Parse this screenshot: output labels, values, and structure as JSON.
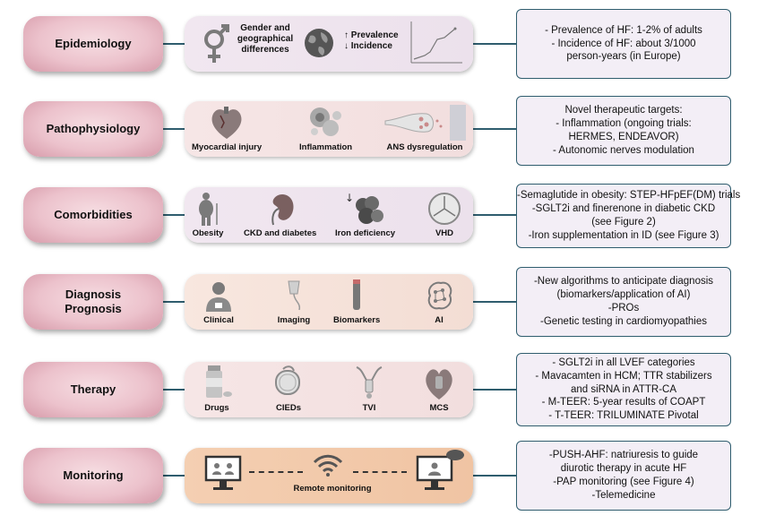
{
  "rows": [
    {
      "label": [
        "Epidemiology"
      ],
      "panel": {
        "gender_text": [
          "Gender and",
          "geographical",
          "differences"
        ],
        "prevalence": "↑ Prevalence",
        "incidence": "↓ Incidence"
      },
      "note": [
        "- Prevalence of HF: 1-2% of adults",
        "- Incidence of HF: about 3/1000",
        "person-years (in Europe)"
      ]
    },
    {
      "label": [
        "Pathophysiology"
      ],
      "panel": {
        "captions": [
          "Myocardial injury",
          "Inflammation",
          "ANS dysregulation"
        ]
      },
      "note": [
        "Novel therapeutic targets:",
        "- Inflammation (ongoing trials:",
        "HERMES, ENDEAVOR)",
        "- Autonomic nerves modulation"
      ]
    },
    {
      "label": [
        "Comorbidities"
      ],
      "panel": {
        "captions": [
          "Obesity",
          "CKD and diabetes",
          "Iron deficiency",
          "VHD"
        ]
      },
      "note": [
        "-Semaglutide in obesity: STEP-HFpEF(DM) trials",
        "-SGLT2i and finerenone in diabetic CKD",
        "(see Figure 2)",
        "-Iron supplementation in ID (see Figure 3)"
      ]
    },
    {
      "label": [
        "Diagnosis",
        "Prognosis"
      ],
      "panel": {
        "captions": [
          "Clinical",
          "Imaging",
          "Biomarkers",
          "AI"
        ]
      },
      "note": [
        "-New algorithms to anticipate diagnosis",
        "(biomarkers/application of AI)",
        "-PROs",
        "-Genetic testing in cardiomyopathies"
      ]
    },
    {
      "label": [
        "Therapy"
      ],
      "panel": {
        "captions": [
          "Drugs",
          "CIEDs",
          "TVI",
          "MCS"
        ]
      },
      "note": [
        "- SGLT2i in all LVEF categories",
        "- Mavacamten in HCM; TTR stabilizers",
        "and siRNA in ATTR-CA",
        "- M-TEER: 5-year results of COAPT",
        "- T-TEER: TRILUMINATE Pivotal"
      ]
    },
    {
      "label": [
        "Monitoring"
      ],
      "panel": {
        "captions": [
          "Remote monitoring"
        ]
      },
      "note": [
        "-PUSH-AHF: natriuresis to guide",
        "diurotic therapy in acute HF",
        "-PAP monitoring  (see Figure 4)",
        "-Telemedicine"
      ]
    }
  ],
  "colors": {
    "connector": "#2f5d6e",
    "label_pink": "#ecc2cc",
    "note_bg": "#f3eef6",
    "icon_gray": "#7a7a7a"
  },
  "icons": [
    "gender-symbol-icon",
    "globe-icon",
    "line-chart-icon",
    "heart-icon",
    "inflammation-cells-icon",
    "synapse-icon",
    "obesity-person-icon",
    "kidney-icon",
    "iron-deficiency-icon",
    "valve-icon",
    "clinician-icon",
    "ultrasound-probe-icon",
    "test-tube-icon",
    "ai-brain-icon",
    "pill-bottle-icon",
    "device-icon",
    "tvi-device-icon",
    "mcs-heart-icon",
    "monitor-icon",
    "wifi-icon",
    "patient-monitor-icon"
  ]
}
